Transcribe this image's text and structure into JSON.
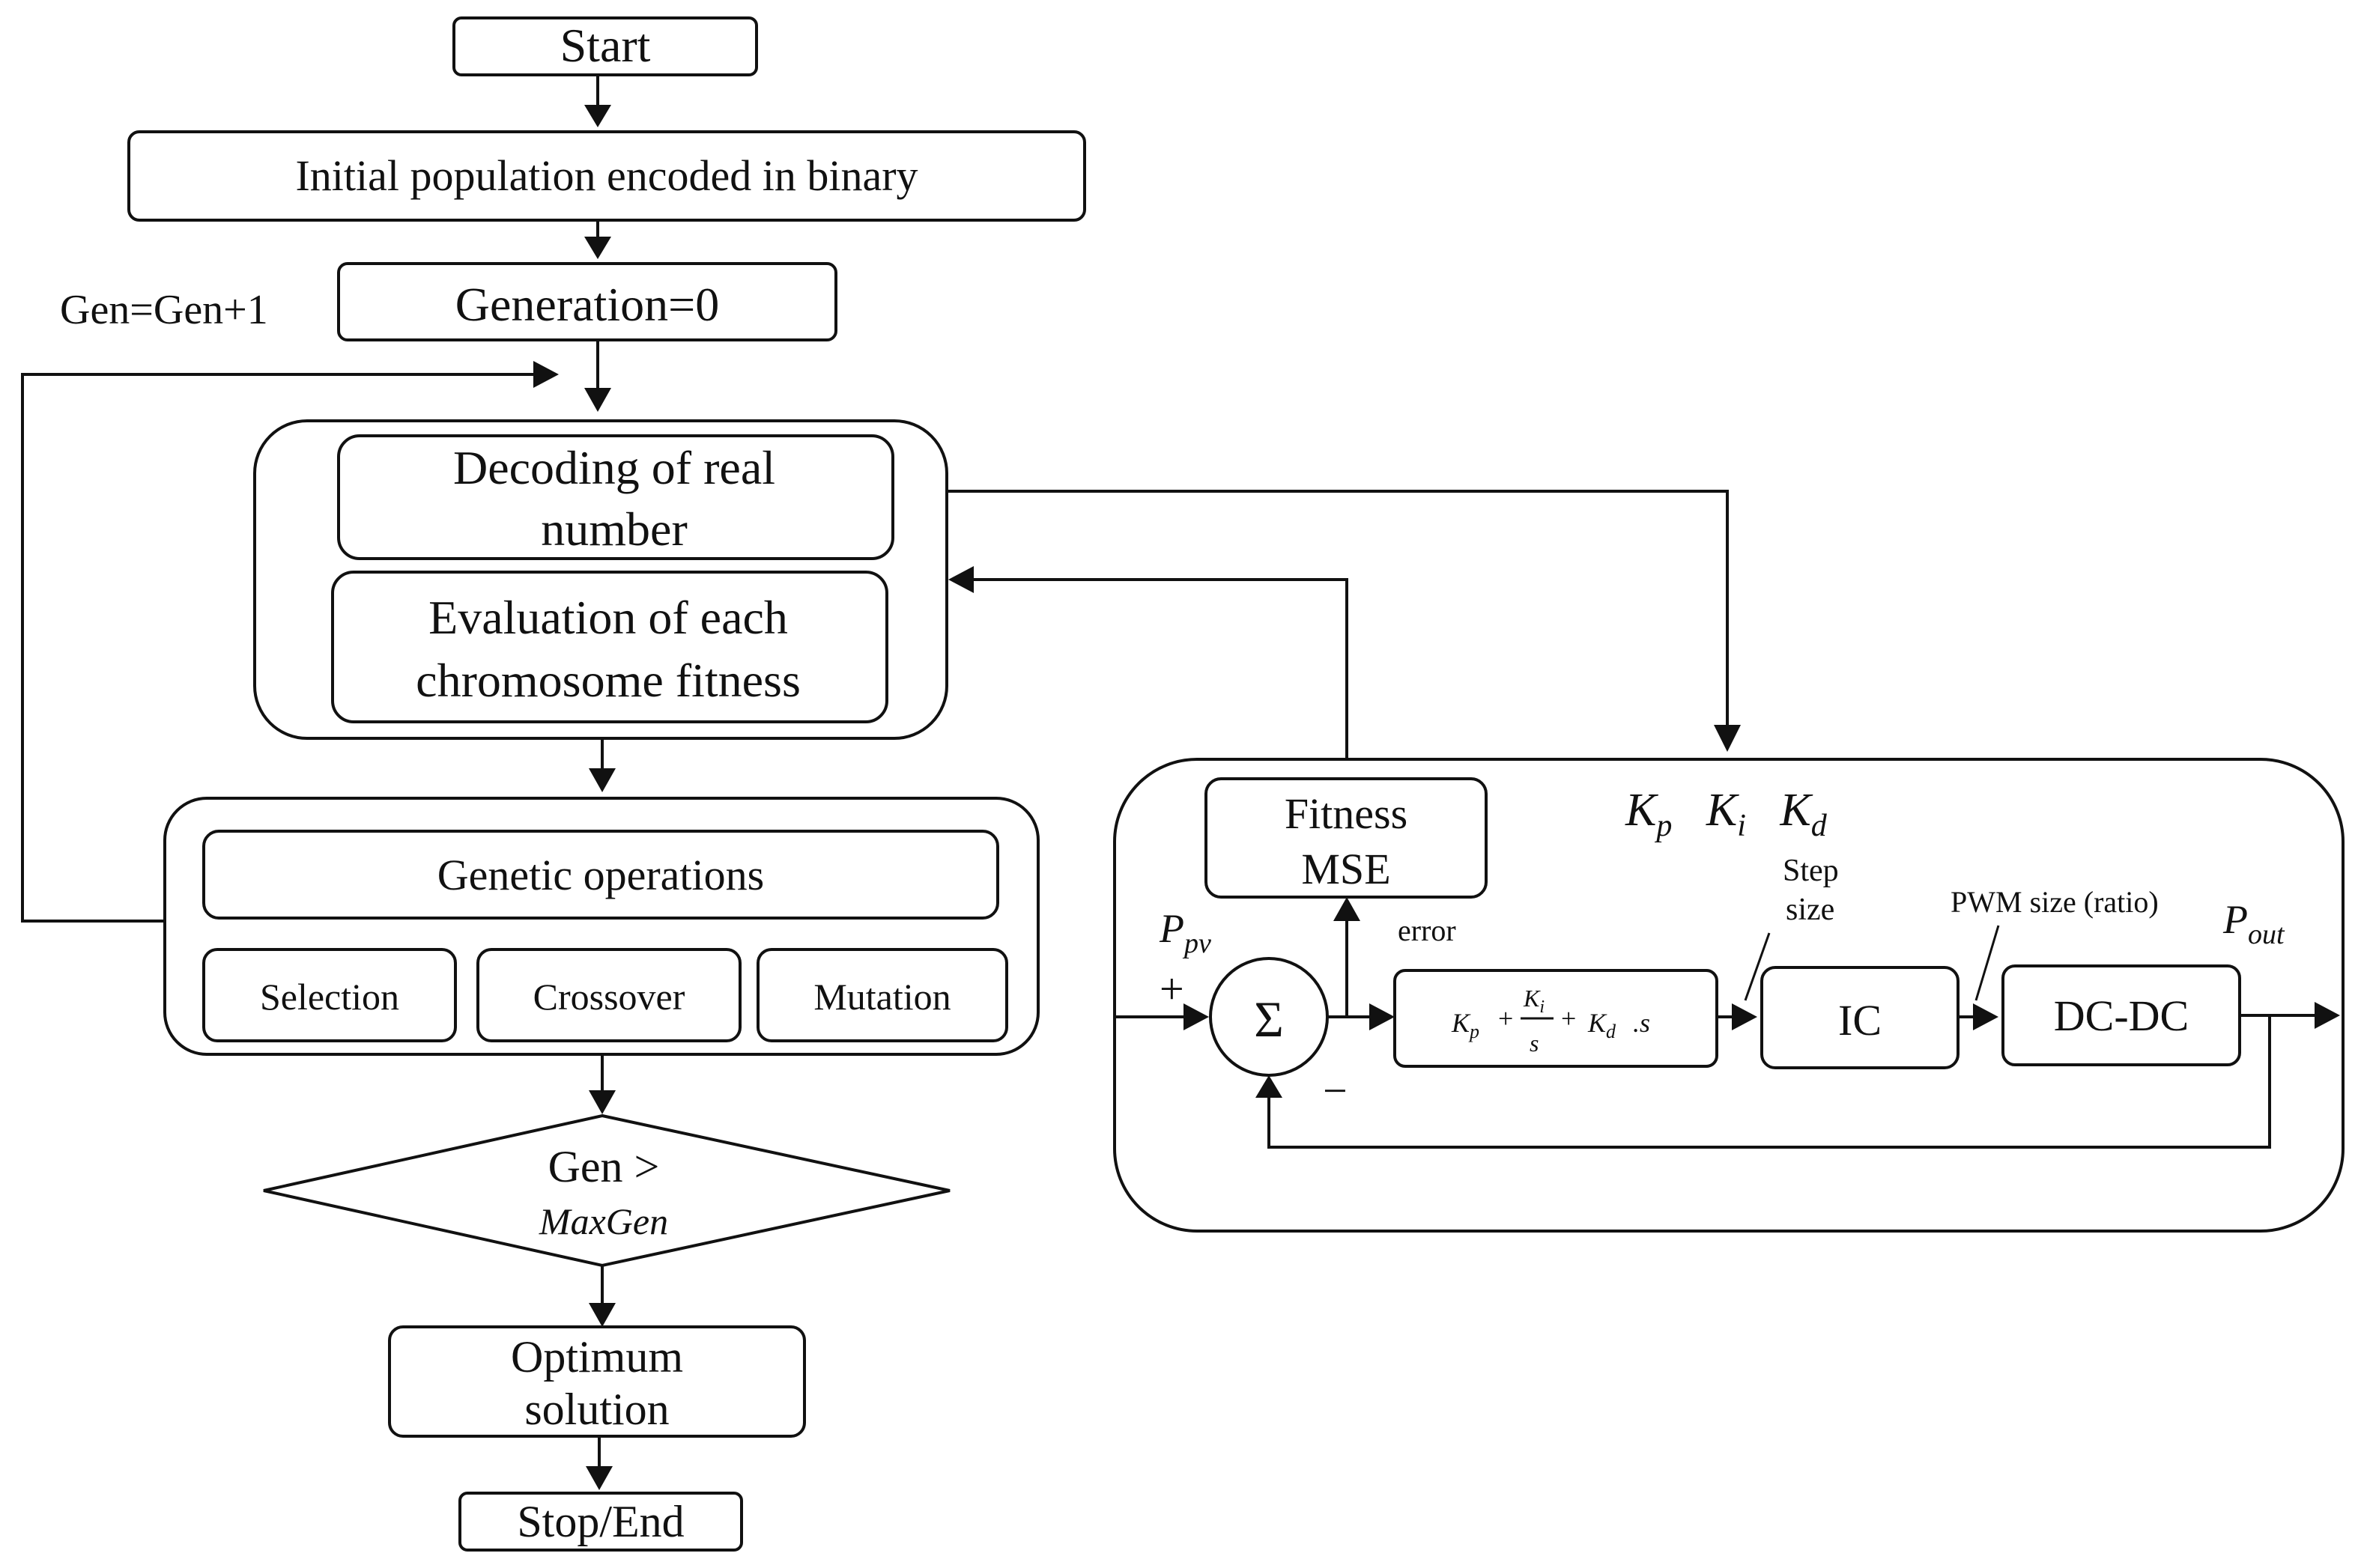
{
  "flowchart": {
    "start": "Start",
    "init_population": "Initial population encoded in binary",
    "generation_init": "Generation=0",
    "gen_increment": "Gen=Gen+1",
    "decoding": [
      "Decoding of real",
      "number"
    ],
    "evaluation": [
      "Evaluation of each",
      "chromosome fitness"
    ],
    "genetic_operations": "Genetic operations",
    "selection": "Selection",
    "crossover": "Crossover",
    "mutation": "Mutation",
    "decision_line1": "Gen >",
    "decision_line2": "MaxGen",
    "optimum": [
      "Optimum",
      "solution"
    ],
    "stop": "Stop/End"
  },
  "control": {
    "fitness": [
      "Fitness",
      "MSE"
    ],
    "gains": [
      "K",
      "p",
      "K",
      "i",
      "K",
      "d"
    ],
    "ppv": [
      "P",
      "pv"
    ],
    "plus": "+",
    "minus": "−",
    "sum_symbol": "Σ",
    "error_label": "error",
    "pid_formula": {
      "kp": [
        "K",
        "p"
      ],
      "plus1": "+",
      "frac_num": [
        "K",
        "i"
      ],
      "frac_den": "s",
      "plus2": "+",
      "kd": [
        "K",
        "d"
      ],
      "tail": ".s"
    },
    "step_size": [
      "Step",
      "size"
    ],
    "ic": "IC",
    "pwm_label": "PWM size (ratio)",
    "dcdc": "DC-DC",
    "pout": [
      "P",
      "out"
    ]
  }
}
